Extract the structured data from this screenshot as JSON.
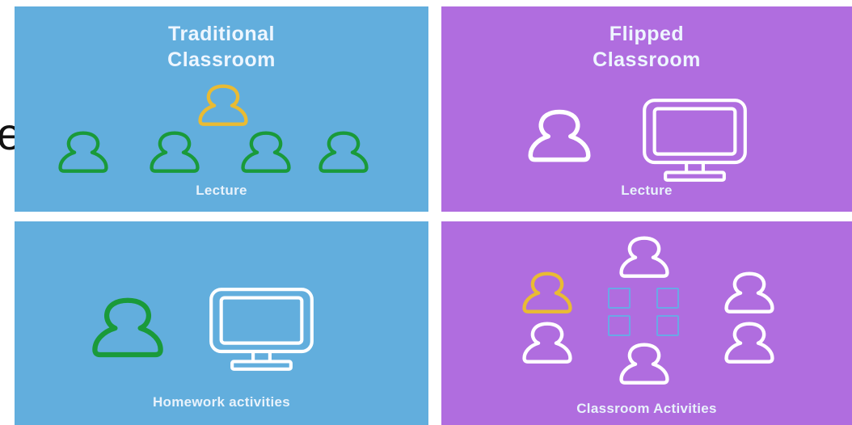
{
  "fragment_text": "e",
  "colors": {
    "traditional_bg": "#62aedd",
    "flipped_bg": "#b06ddf",
    "teacher": "#e9bb33",
    "student_green": "#1a9a3a",
    "white_line": "#ffffff",
    "tile_blue": "#6aa8e6"
  },
  "traditional": {
    "title_line1": "Traditional",
    "title_line2": "Classroom",
    "lecture_label": "Lecture",
    "homework_label": "Homework activities"
  },
  "flipped": {
    "title_line1": "Flipped",
    "title_line2": "Classroom",
    "lecture_label": "Lecture",
    "activities_label": "Classroom Activities"
  }
}
